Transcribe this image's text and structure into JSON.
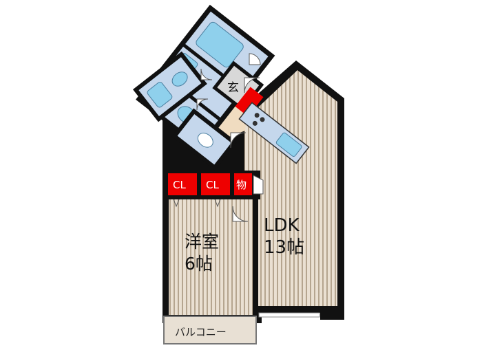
{
  "rooms": {
    "western": {
      "name": "洋室",
      "size": "6帖"
    },
    "ldk": {
      "name": "LDK",
      "size": "13帖"
    },
    "entrance": "玄",
    "closet_1": "CL",
    "closet_2": "CL",
    "storage": "物",
    "balcony": "バルコニー"
  },
  "colors": {
    "wall": "#111111",
    "floor_wood": "#eae0d2",
    "floor_stripe": "#b5a58f",
    "wet_area": "#c5d7ec",
    "fixture": "#8fd0ec",
    "storage_red": "#ee0000",
    "entrance_floor": "#d8d8d8",
    "hall_floor": "#f0dcc0",
    "balcony_floor": "#e8e0d4"
  }
}
